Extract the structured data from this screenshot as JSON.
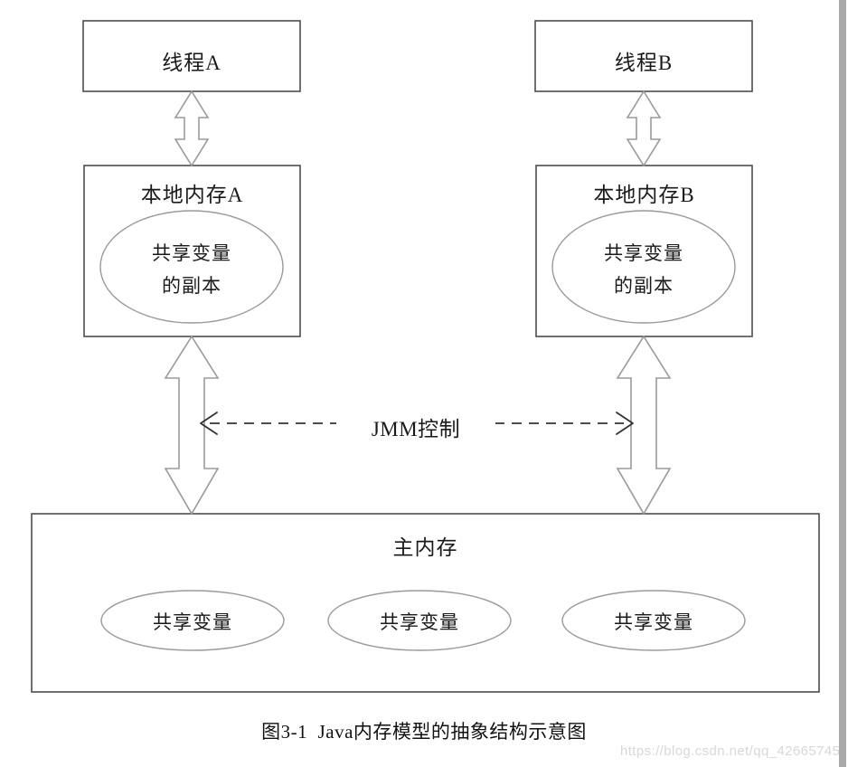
{
  "diagram": {
    "caption": "图3-1  Java内存模型的抽象结构示意图",
    "watermark": "https://blog.csdn.net/qq_42665745",
    "colors": {
      "box_stroke": "#4d4d4d",
      "ellipse_stroke": "#9a9a9a",
      "block_arrow_stroke": "#9a9a9a",
      "dashed_arrow_stroke": "#333333",
      "text": "#1a1a1a",
      "background": "#ffffff",
      "watermark_text": "#d8d8d8",
      "scrollbar": "#a8a8a8"
    },
    "threads": [
      {
        "thread_label": "线程A",
        "local_memory_label": "本地内存A",
        "copy_label_line1": "共享变量",
        "copy_label_line2": "的副本"
      },
      {
        "thread_label": "线程B",
        "local_memory_label": "本地内存B",
        "copy_label_line1": "共享变量",
        "copy_label_line2": "的副本"
      }
    ],
    "control_label": "JMM控制",
    "main_memory": {
      "label": "主内存",
      "shared_variables": [
        "共享变量",
        "共享变量",
        "共享变量"
      ]
    }
  }
}
